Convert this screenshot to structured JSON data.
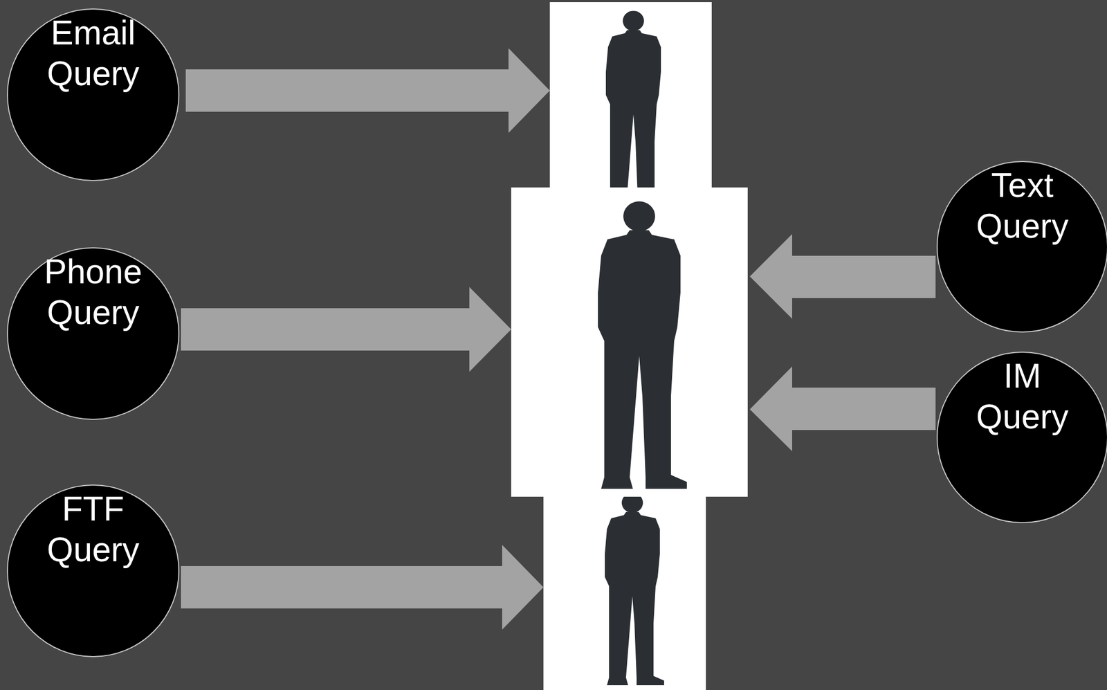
{
  "diagram": {
    "nodes": [
      {
        "text": [
          "Email Query"
        ]
      },
      {
        "text": [
          "Text Query"
        ]
      },
      {
        "text": [
          "Phone Query"
        ]
      },
      {
        "text": [
          "IM Query"
        ]
      },
      {
        "text": [
          "FTF Query"
        ]
      }
    ]
  }
}
